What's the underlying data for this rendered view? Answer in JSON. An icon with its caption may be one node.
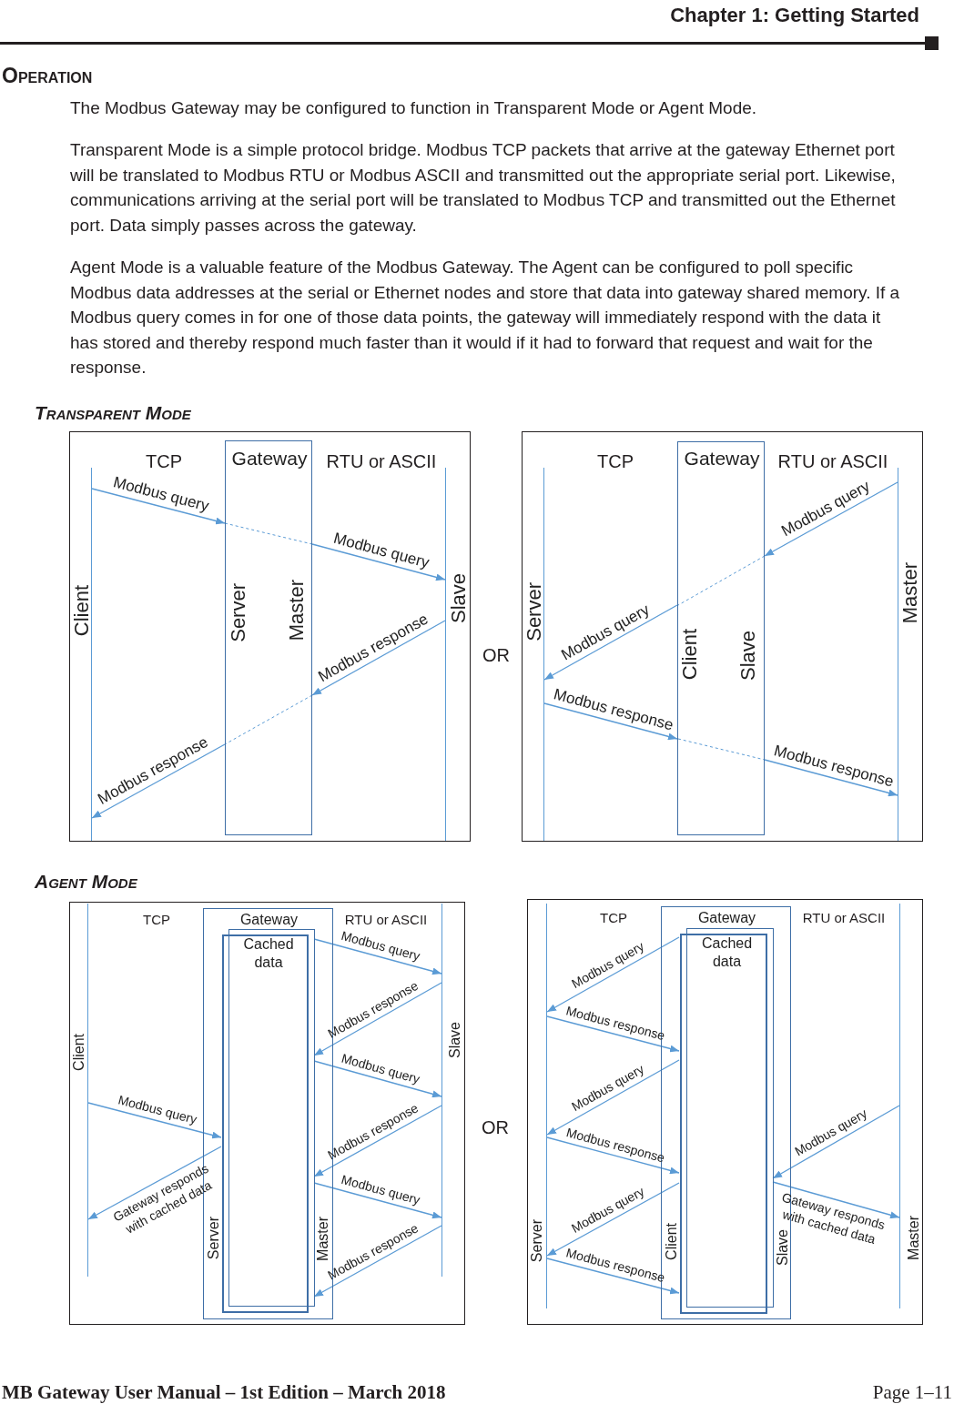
{
  "diagram": {
    "nodes": [
      {
        "text": [
          "Client"
        ]
      },
      {
        "text": [
          "Gateway",
          "Server",
          "Master"
        ]
      },
      {
        "text": [
          "Slave"
        ]
      },
      {
        "text": [
          "Server"
        ]
      },
      {
        "text": [
          "Gateway",
          "Client",
          "Slave"
        ]
      },
      {
        "text": [
          "Master"
        ]
      },
      {
        "text": [
          "Client"
        ]
      },
      {
        "text": [
          "Gateway",
          "Server",
          "Master"
        ]
      },
      {
        "text": [
          "Cached data"
        ],
        "in": 7
      },
      {
        "text": [
          "Slave"
        ]
      },
      {
        "text": [
          "Server"
        ]
      },
      {
        "text": [
          "Gateway",
          "Client",
          "Slave"
        ]
      },
      {
        "text": [
          "Cached data"
        ],
        "in": 11
      },
      {
        "text": [
          "Master"
        ]
      }
    ],
    "edges": [
      {
        "from": 0,
        "to": 1,
        "arrow": "to",
        "label": "Modbus query"
      },
      {
        "from": 1,
        "to": 2,
        "arrow": "to",
        "label": "Modbus query"
      },
      {
        "from": 2,
        "to": 1,
        "arrow": "to",
        "label": "Modbus response"
      },
      {
        "from": 1,
        "to": 0,
        "arrow": "to",
        "label": "Modbus response"
      },
      {
        "from": 5,
        "to": 4,
        "arrow": "to",
        "label": "Modbus query"
      },
      {
        "from": 4,
        "to": 3,
        "arrow": "to",
        "label": "Modbus query"
      },
      {
        "from": 3,
        "to": 4,
        "arrow": "to",
        "label": "Modbus response"
      },
      {
        "from": 4,
        "to": 5,
        "arrow": "to",
        "label": "Modbus response"
      },
      {
        "from": 8,
        "to": 9,
        "arrow": "to",
        "label": "Modbus query"
      },
      {
        "from": 9,
        "to": 8,
        "arrow": "to",
        "label": "Modbus response"
      },
      {
        "from": 8,
        "to": 9,
        "arrow": "to",
        "label": "Modbus query"
      },
      {
        "from": 6,
        "to": 8,
        "arrow": "to",
        "label": "Modbus query"
      },
      {
        "from": 9,
        "to": 8,
        "arrow": "to",
        "label": "Modbus response"
      },
      {
        "from": 8,
        "to": 6,
        "arrow": "to",
        "label": "Gateway responds with cached data"
      },
      {
        "from": 8,
        "to": 9,
        "arrow": "to",
        "label": "Modbus query"
      },
      {
        "from": 9,
        "to": 8,
        "arrow": "to",
        "label": "Modbus response"
      },
      {
        "from": 12,
        "to": 10,
        "arrow": "to",
        "label": "Modbus query"
      },
      {
        "from": 10,
        "to": 12,
        "arrow": "to",
        "label": "Modbus response"
      },
      {
        "from": 12,
        "to": 10,
        "arrow": "to",
        "label": "Modbus query"
      },
      {
        "from": 13,
        "to": 12,
        "arrow": "to",
        "label": "Modbus query"
      },
      {
        "from": 10,
        "to": 12,
        "arrow": "to",
        "label": "Modbus response"
      },
      {
        "from": 12,
        "to": 13,
        "arrow": "to",
        "label": "Gateway responds with cached data"
      },
      {
        "from": 12,
        "to": 10,
        "arrow": "to",
        "label": "Modbus query"
      },
      {
        "from": 10,
        "to": 12,
        "arrow": "to",
        "label": "Modbus response"
      }
    ],
    "labels": [
      "Chapter 1: Getting Started",
      "Operation",
      "The Modbus Gateway may be configured to function in Transparent Mode or Agent Mode.",
      "Transparent Mode is a simple protocol bridge. Modbus TCP packets that arrive at the gateway Ethernet port will be translated to Modbus RTU or Modbus ASCII and transmitted out the appropriate serial port. Likewise, communications arriving at the serial port will be translated to Modbus TCP and transmitted out the Ethernet port. Data simply passes across the gateway.",
      "Agent Mode is a valuable feature of the Modbus Gateway. The Agent can be configured to poll specific Modbus data addresses at the serial or Ethernet nodes and store that data into gateway shared memory. If a Modbus query comes in for one of those data points, the gateway will immediately respond with the data it has stored and thereby respond much faster than it would if it had to forward that request and wait for the response.",
      "Transparent Mode",
      "TCP",
      "RTU or ASCII",
      "OR",
      "TCP",
      "RTU or ASCII",
      "Agent Mode",
      "TCP",
      "RTU or ASCII",
      "OR",
      "TCP",
      "RTU or ASCII",
      "MB Gateway User Manual – 1st Edition – March 2018",
      "Page 1–11"
    ]
  }
}
